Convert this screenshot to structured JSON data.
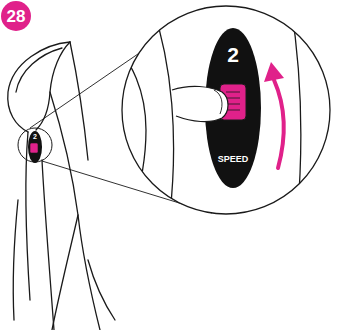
{
  "diagram": {
    "nodes": [
      {
        "text": [
          "28"
        ]
      },
      {
        "text": [
          "2"
        ]
      },
      {
        "text": [
          "2",
          "SPEED"
        ]
      }
    ]
  }
}
